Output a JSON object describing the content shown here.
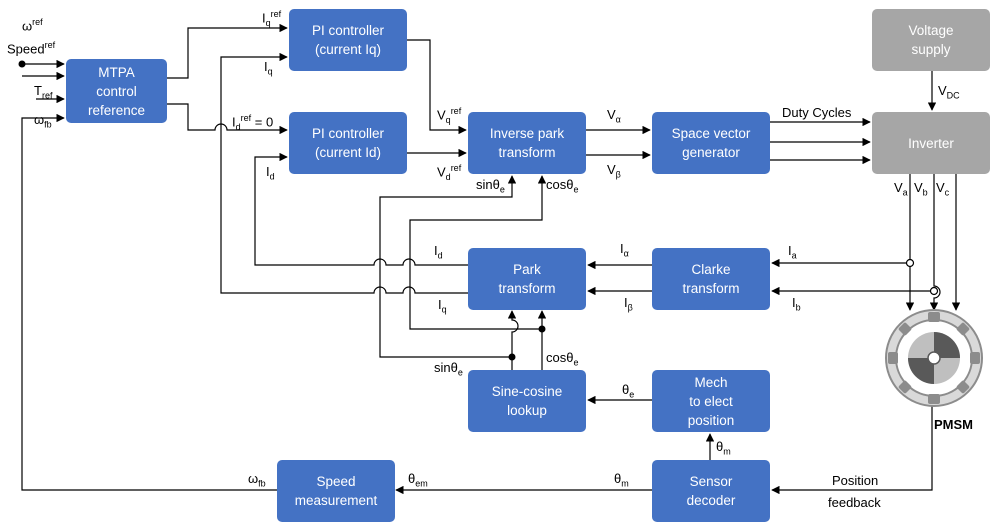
{
  "blocks": {
    "mtpa": "MTPA\ncontrol\nreference",
    "pi_iq": "PI controller\n(current Iq)",
    "pi_id": "PI controller\n(current Id)",
    "inv_park": "Inverse park\ntransform",
    "svg": "Space vector\ngenerator",
    "voltage_supply": "Voltage\nsupply",
    "inverter": "Inverter",
    "park": "Park\ntransform",
    "clarke": "Clarke\ntransform",
    "sine_cosine": "Sine-cosine\nlookup",
    "mech_elec": "Mech\nto elect\nposition",
    "speed_meas": "Speed\nmeasurement",
    "sensor": "Sensor\ndecoder"
  },
  "labels": {
    "omega": "ω",
    "ref": "ref",
    "speed": "Speed",
    "t": "T",
    "fb": "fb",
    "i": "I",
    "q": "q",
    "d": "d",
    "id_ref_tail": " = 0",
    "v": "V",
    "alpha": "α",
    "beta": "β",
    "sin": "sinθ",
    "cos": "cosθ",
    "e": "e",
    "duty": "Duty Cycles",
    "dc": "DC",
    "a": "a",
    "b": "b",
    "c": "c",
    "pmsm": "PMSM",
    "theta": "θ",
    "m": "m",
    "em": "em",
    "position": "Position",
    "feedback": "feedback"
  },
  "colors": {
    "block_blue": "#4472c4",
    "block_gray": "#a6a6a6",
    "wire": "#000000"
  }
}
